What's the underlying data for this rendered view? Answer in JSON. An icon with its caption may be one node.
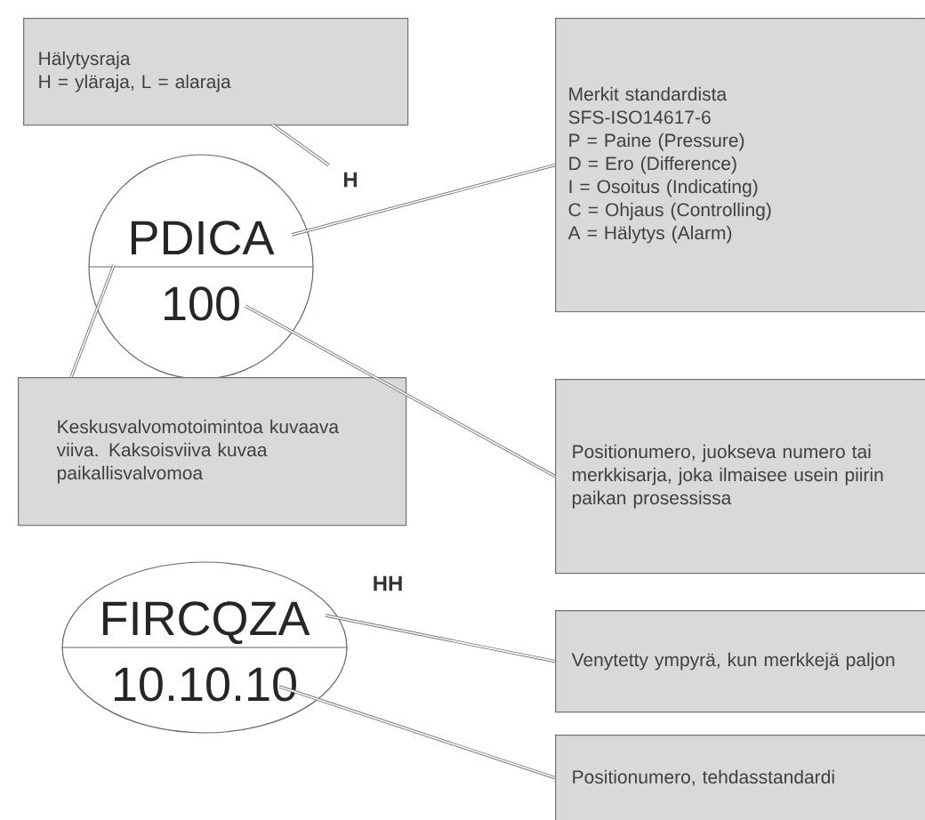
{
  "diagram": {
    "nodes": [
      {
        "text": [
          "Hälytysraja",
          "H = yläraja, L = alaraja"
        ]
      },
      {
        "text": [
          "H"
        ]
      },
      {
        "text": [
          "PDICA",
          "100"
        ]
      },
      {
        "text": [
          "Merkit standardista",
          "SFS-ISO14617-6",
          "P = Paine (Pressure)",
          "D = Ero (Difference)",
          "I = Osoitus (Indicating)",
          "C = Ohjaus (Controlling)",
          "A = Hälytys (Alarm)"
        ]
      },
      {
        "text": [
          "Keskusvalvomotoimintoa kuvaava viiva. Kaksoisviiva kuvaa paikallisvalvomoa"
        ]
      },
      {
        "text": [
          "Positionumero, juokseva numero tai merkkisarja, joka ilmaisee usein piirin paikan prosessissa"
        ]
      },
      {
        "text": [
          "FIRCQZA",
          "10.10.10"
        ]
      },
      {
        "text": [
          "Venytetty ympyrä, kun merkkejä paljon"
        ]
      },
      {
        "text": [
          "Positionumero, tehdasstandardi"
        ]
      }
    ],
    "edges": [
      {
        "from": 0,
        "to": 1,
        "arrow": "none"
      },
      {
        "from": 2,
        "to": 3,
        "arrow": "none"
      },
      {
        "from": 4,
        "to": 2,
        "arrow": "none"
      },
      {
        "from": 2,
        "to": 5,
        "arrow": "none"
      },
      {
        "from": 6,
        "to": 7,
        "arrow": "none"
      },
      {
        "from": 6,
        "to": 8,
        "arrow": "none"
      }
    ],
    "labels": [
      "HH"
    ]
  }
}
